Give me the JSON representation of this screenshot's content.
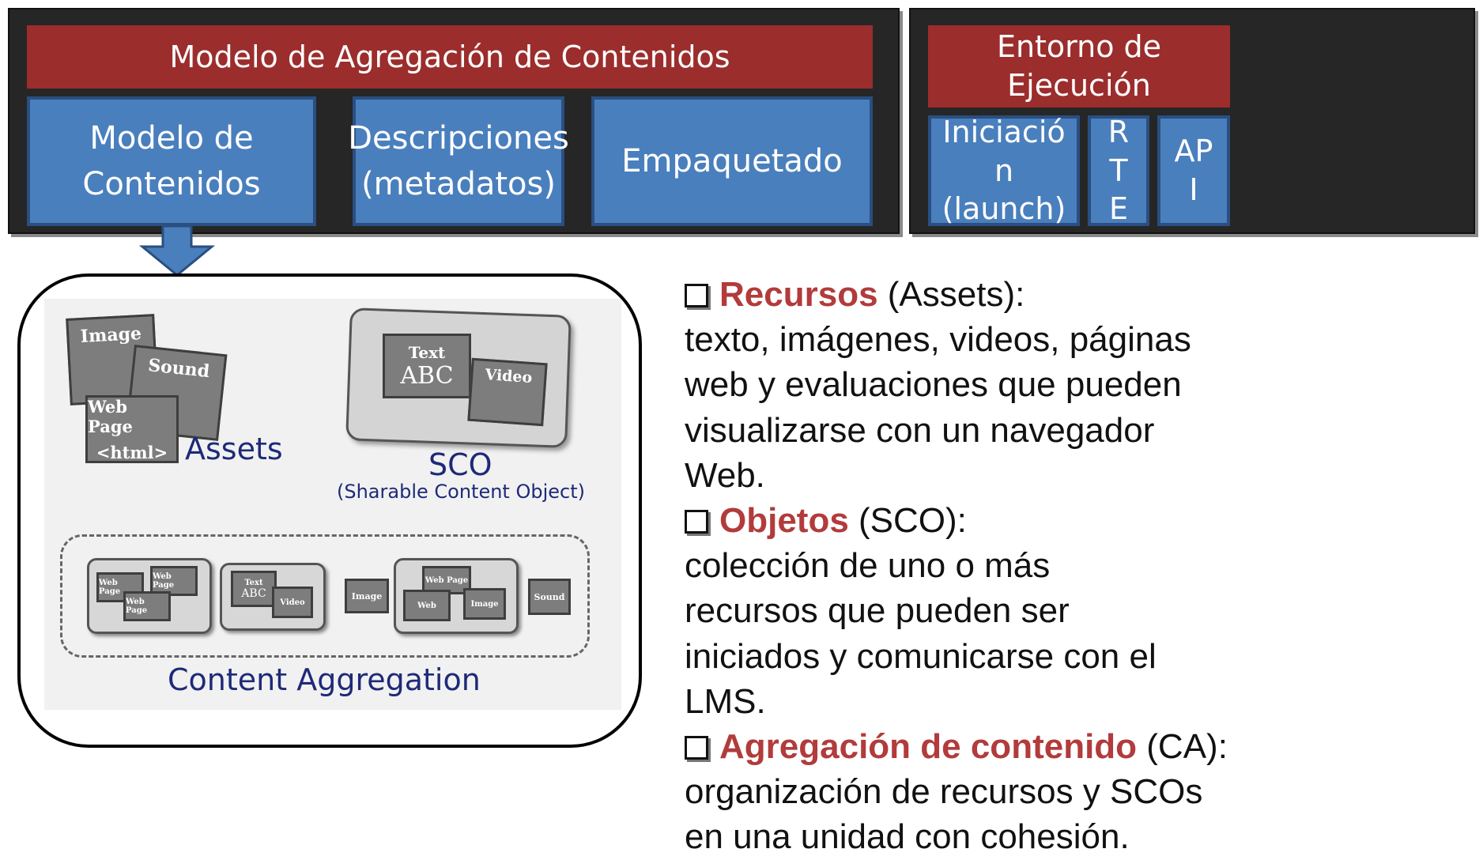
{
  "model": {
    "title": "Modelo de Agregación de Contenidos",
    "boxes": [
      "Modelo de\nContenidos",
      "Descripciones\n(metadatos)",
      "Empaquetado"
    ]
  },
  "runtime": {
    "title": "Entorno de\nEjecución",
    "boxes": [
      "Iniciació\nn\n(launch)",
      "R\nT\nE",
      "AP\nI"
    ]
  },
  "illustration": {
    "assets_tags": [
      "Image",
      "Sound",
      "Web Page",
      "<html>"
    ],
    "assets_label": "Assets",
    "sco_tags": [
      "Text",
      "ABC",
      "Video"
    ],
    "sco_label": "SCO",
    "sco_sublabel": "(Sharable Content Object)",
    "aggregation_tags": [
      "Web Page",
      "Web Page",
      "Web Page",
      "Text",
      "ABC",
      "Video",
      "Image",
      "Web Page",
      "Web",
      "Image",
      "Sound"
    ],
    "aggregation_label": "Content Aggregation"
  },
  "description": {
    "items": [
      {
        "term": "Recursos",
        "abbr": "(Assets):",
        "text": "texto, imágenes, videos, páginas web y evaluaciones que pueden visualizarse con un navegador Web."
      },
      {
        "term": "Objetos",
        "abbr": "(SCO):",
        "text": "colección de uno o más recursos que pueden ser iniciados y comunicarse con el LMS."
      },
      {
        "term": "Agregación de contenido",
        "abbr": "(CA):",
        "text": "organización de recursos y SCOs en una unidad con cohesión."
      }
    ]
  },
  "colors": {
    "title_red": "#9c2d2d",
    "box_blue": "#4a7fbd",
    "panel_dark": "#262626",
    "highlight": "#b23b3b",
    "caption_navy": "#1e2a78"
  }
}
